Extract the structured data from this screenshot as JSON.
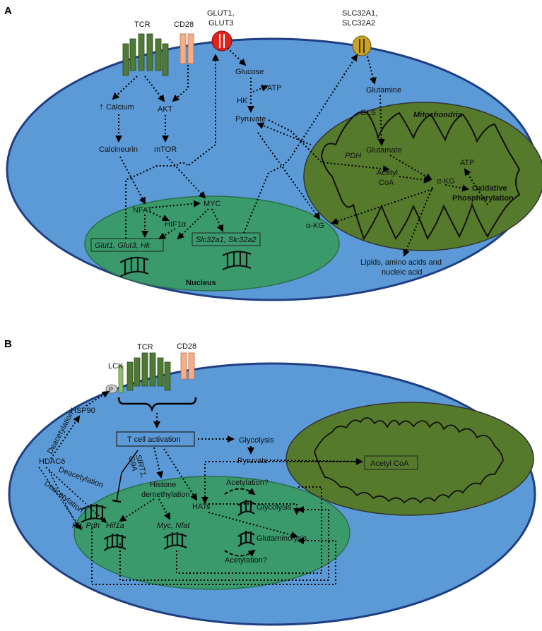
{
  "panel_a": {
    "label": "A",
    "receptors": {
      "tcr": "TCR",
      "cd28": "CD28",
      "glut_line1": "GLUT1,",
      "glut_line2": "GLUT3",
      "slc_line1": "SLC32A1,",
      "slc_line2": "SLC32A2"
    },
    "nodes": {
      "calcium": "Calcium",
      "akt": "AKT",
      "calcineurin": "Calcineurin",
      "mtor": "mTOR",
      "nfat": "NFAT",
      "myc": "MYC",
      "hif1a": "HIF1α",
      "glut_genes": "Glut1, Glut3, Hk",
      "slc_genes": "Slc32a1, Slc32a2",
      "nucleus": "Nucleus",
      "glucose": "Glucose",
      "hk": "HK",
      "atp1": "ATP",
      "pyruvate": "Pyruvate",
      "glutamine": "Glutamine",
      "gls": "GLS",
      "mitochondria": "Mitochondria",
      "glutamate": "Glutamate",
      "pdh": "PDH",
      "acetyl_line1": "Acetyl",
      "acetyl_line2": "CoA",
      "akg_mito": "α-KG",
      "atp2": "ATP",
      "oxphos_line1": "Oxidative",
      "oxphos_line2": "Phosphorylation",
      "akg_cyto": "α-KG",
      "lipids_line1": "Lipids, amino acids and",
      "lipids_line2": "nucleic acid"
    }
  },
  "panel_b": {
    "label": "B",
    "receptors": {
      "tcr": "TCR",
      "cd28": "CD28",
      "lck": "LCK",
      "p": "P"
    },
    "nodes": {
      "hsp90": "HSP90",
      "deacetylation1": "Deacetylation",
      "hdac6": "HDAC6",
      "deacetylation2": "Deacetylation",
      "deacetylation3": "Deacetylation",
      "tcell_activation": "T cell activation",
      "glycolysis_top": "Glycolysis",
      "pyruvate": "Pyruvate",
      "acetyl_coa": "Acetyl CoA",
      "sirt1": "SIRT1,",
      "g9a": "G9A",
      "histone_line1": "Histone",
      "histone_line2": "demethylation",
      "hats": "HATs",
      "acetylation_top": "Acetylation?",
      "glycolysis_nuc": "Glycolysis",
      "glutaminolysis": "Glutaminolysis",
      "acetylation_bottom": "Acetylation?",
      "hk_pdh": "Hk, Pdh",
      "hif1a": "Hif1a",
      "myc_nfat": "Myc, Nfat"
    }
  },
  "colors": {
    "cell": "#5b9ad6",
    "cell_border": "#1f3f82",
    "nucleus": "#3a9a6c",
    "mitochondria": "#557a2c",
    "receptor_green": "#4f7a35",
    "cd28": "#f4ae8a",
    "glut": "#e0231c",
    "slc": "#c9a227",
    "lck": "#8dc06a"
  }
}
